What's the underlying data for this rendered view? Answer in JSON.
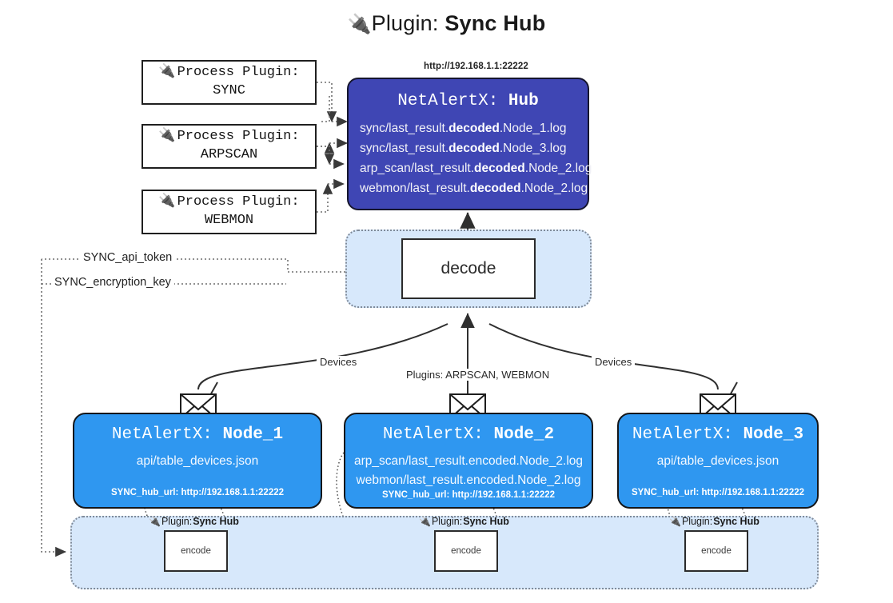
{
  "title": {
    "icon": "plug-icon",
    "prefix": "Plugin: ",
    "name": "Sync Hub"
  },
  "colors": {
    "hub": "#3f46b4",
    "node": "#2f97f0",
    "container": "#d7e8fb",
    "stroke": "#2b2b2b",
    "background": "#ffffff"
  },
  "process_plugins": [
    {
      "icon": "plug-icon",
      "line1": "Process Plugin:",
      "line2": "SYNC"
    },
    {
      "icon": "plug-icon",
      "line1": "Process Plugin:",
      "line2": "ARPSCAN"
    },
    {
      "icon": "plug-icon",
      "line1": "Process Plugin:",
      "line2": "WEBMON"
    }
  ],
  "hub": {
    "url": "http://192.168.1.1:22222",
    "title_prefix": "NetAlertX: ",
    "title_name": "Hub",
    "lines": [
      {
        "pre": "sync/last_result.",
        "bold": "decoded",
        "post": ".Node_1.log"
      },
      {
        "pre": "sync/last_result.",
        "bold": "decoded",
        "post": ".Node_3.log"
      },
      {
        "pre": "arp_scan/last_result.",
        "bold": "decoded",
        "post": ".Node_2.log"
      },
      {
        "pre": "webmon/last_result.",
        "bold": "decoded",
        "post": ".Node_2.log"
      }
    ]
  },
  "decode": {
    "label": "decode"
  },
  "keys": [
    {
      "label": "SYNC_api_token"
    },
    {
      "label": "SYNC_encryption_key"
    }
  ],
  "edge_labels": {
    "left": "Devices",
    "center": "Plugins: ARPSCAN, WEBMON",
    "right": "Devices"
  },
  "nodes": [
    {
      "icon": "envelope-icon",
      "title_prefix": "NetAlertX: ",
      "title_name": "Node_1",
      "lines": [
        "api/table_devices.json"
      ],
      "footer": "SYNC_hub_url: http://192.168.1.1:22222"
    },
    {
      "icon": "envelope-icon",
      "title_prefix": "NetAlertX: ",
      "title_name": "Node_2",
      "lines": [
        "arp_scan/last_result.encoded.Node_2.log",
        "webmon/last_result.encoded.Node_2.log"
      ],
      "footer": "SYNC_hub_url: http://192.168.1.1:22222"
    },
    {
      "icon": "envelope-icon",
      "title_prefix": "NetAlertX: ",
      "title_name": "Node_3",
      "lines": [
        "api/table_devices.json"
      ],
      "footer": "SYNC_hub_url: http://192.168.1.1:22222"
    }
  ],
  "encoders": [
    {
      "icon": "plug-icon",
      "label_prefix": "Plugin: ",
      "label_name": "Sync Hub",
      "box": "encode"
    },
    {
      "icon": "plug-icon",
      "label_prefix": "Plugin: ",
      "label_name": "Sync Hub",
      "box": "encode"
    },
    {
      "icon": "plug-icon",
      "label_prefix": "Plugin: ",
      "label_name": "Sync Hub",
      "box": "encode"
    }
  ]
}
